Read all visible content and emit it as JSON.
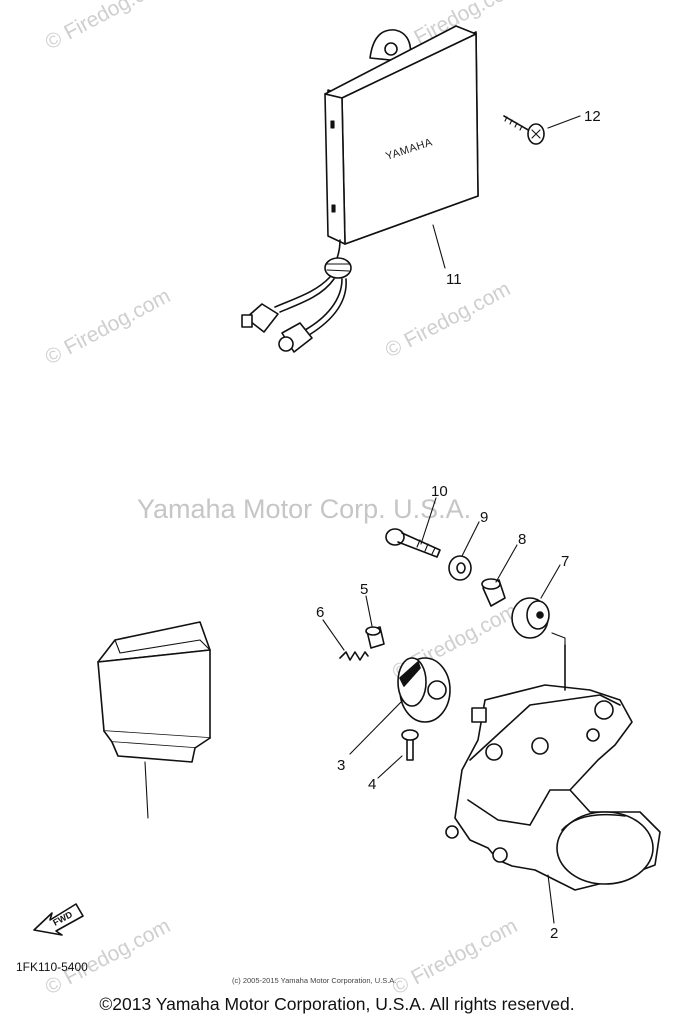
{
  "watermarks": {
    "firedog": "© Firedog.com",
    "yamaha": "Yamaha Motor Corp. U.S.A."
  },
  "parts": {
    "n2": "2",
    "n3": "3",
    "n4": "4",
    "n5": "5",
    "n6": "6",
    "n7": "7",
    "n8": "8",
    "n9": "9",
    "n10": "10",
    "n11": "11",
    "n12": "12"
  },
  "unit_logo": "YAMAHA",
  "fwd_label": "FWD",
  "part_code": "1FK110-5400",
  "small_copyright": "(c) 2005-2015 Yamaha Motor Corporation, U.S.A.",
  "footer_copyright": "©2013 Yamaha Motor Corporation, U.S.A. All rights reserved."
}
